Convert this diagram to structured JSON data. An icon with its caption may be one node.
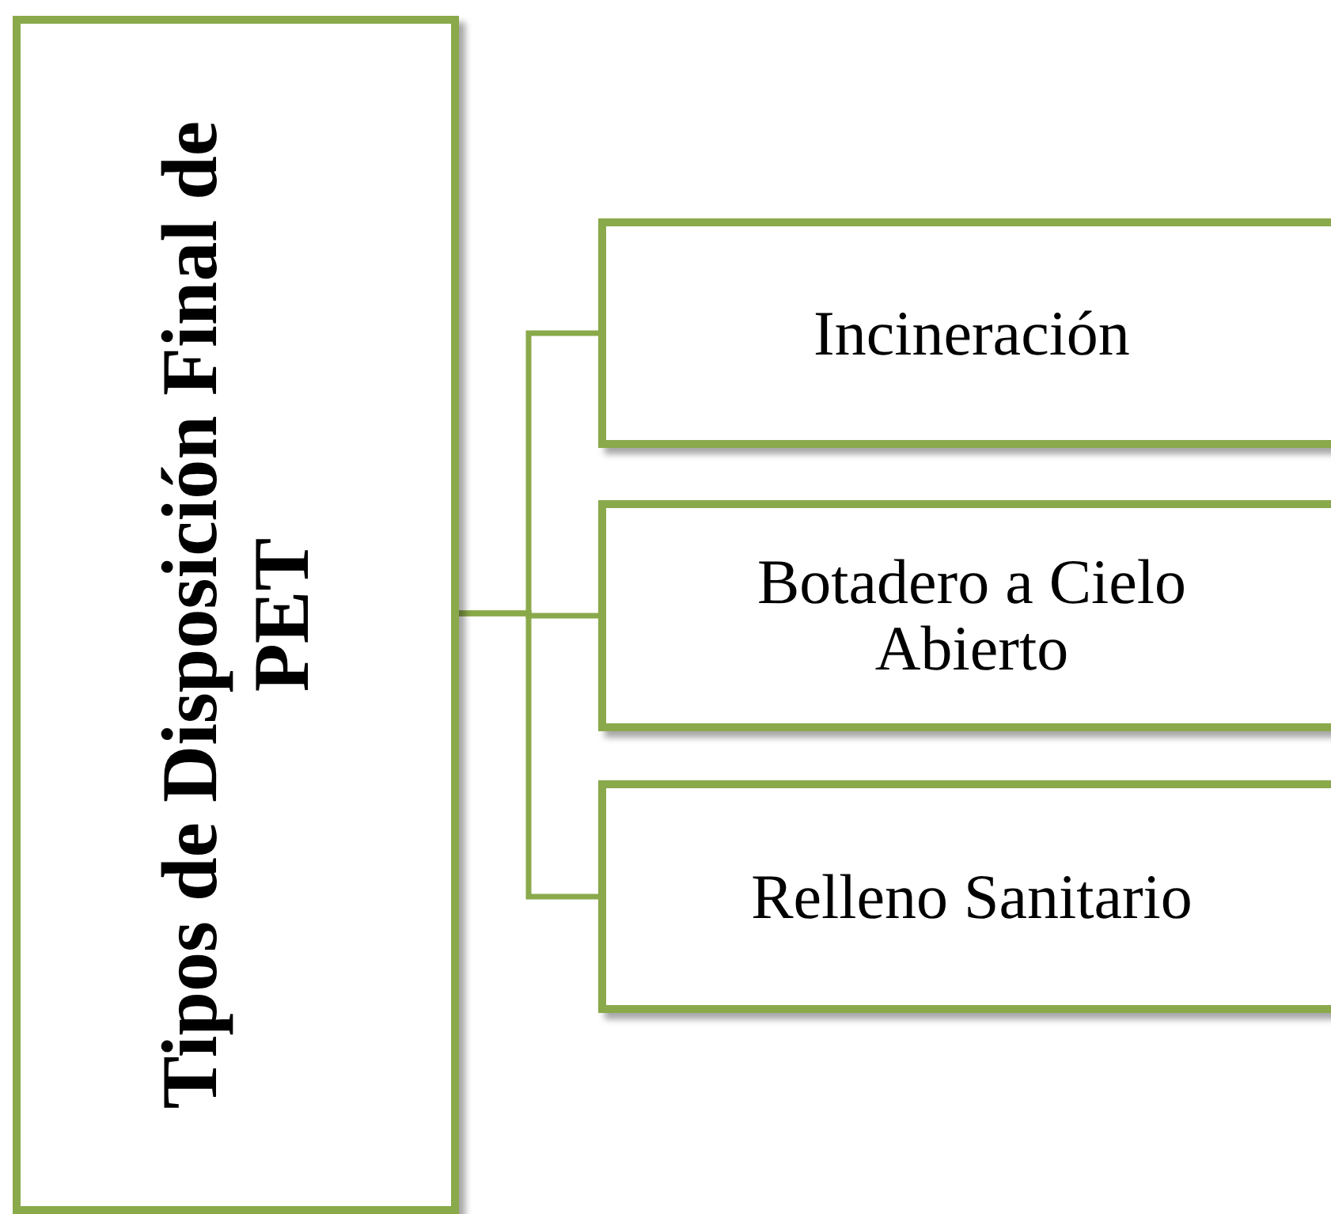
{
  "diagram": {
    "nodes": [
      {
        "text": [
          "Tipos de Disposición Final de PET"
        ]
      },
      {
        "text": [
          "Incineración"
        ]
      },
      {
        "text": [
          "Botadero a Cielo Abierto"
        ]
      },
      {
        "text": [
          "Relleno Sanitario"
        ]
      }
    ],
    "edges": [
      {
        "from": 0,
        "to": 1,
        "arrow": "none"
      },
      {
        "from": 0,
        "to": 2,
        "arrow": "none"
      },
      {
        "from": 0,
        "to": 3,
        "arrow": "none"
      }
    ]
  }
}
